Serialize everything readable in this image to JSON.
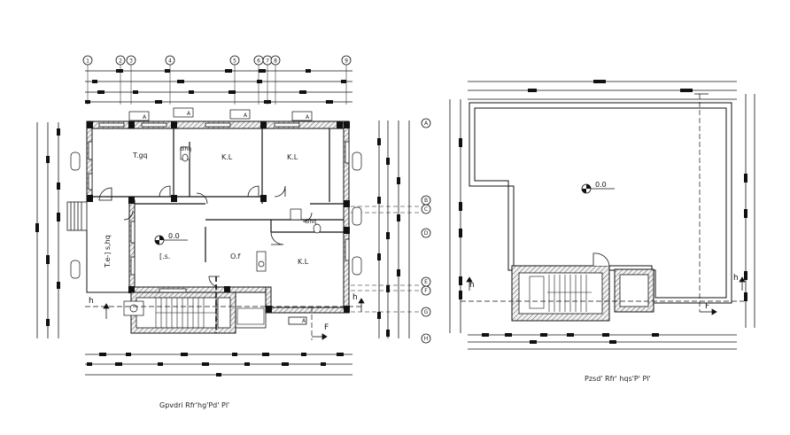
{
  "plans": {
    "left": {
      "caption": "Gpvdri Rfr'hg'Pd' Pl'",
      "level": "0.0",
      "grid_columns": [
        "1",
        "2",
        "3",
        "4",
        "5",
        "6",
        "7",
        "8",
        "9"
      ],
      "grid_rows": [
        "A",
        "B",
        "C",
        "D",
        "E",
        "F",
        "G",
        "H"
      ],
      "rooms": {
        "top_left": "T.gq",
        "top_mid": "K.L",
        "top_right": "K.L",
        "center": "[.s.",
        "center_right": "O.f",
        "right_lower": "K.L",
        "left_side": "T.e-] s,hq",
        "wc_1": "dihq",
        "wc_2": "dihq"
      },
      "markers": {
        "left_h": "h",
        "right_h": "h",
        "right_f": "F",
        "bottom_a": "A"
      },
      "section_tags": [
        "A",
        "A",
        "A",
        "A"
      ]
    },
    "right": {
      "caption": "Pzsd' Rfr' hqs'P' Pl'",
      "level": "0.0",
      "markers": {
        "left_h": "h",
        "right_h": "h",
        "right_f": "F"
      }
    }
  },
  "colors": {
    "line": "#111111",
    "wall_fill": "#e8e8e8",
    "background": "#ffffff"
  }
}
